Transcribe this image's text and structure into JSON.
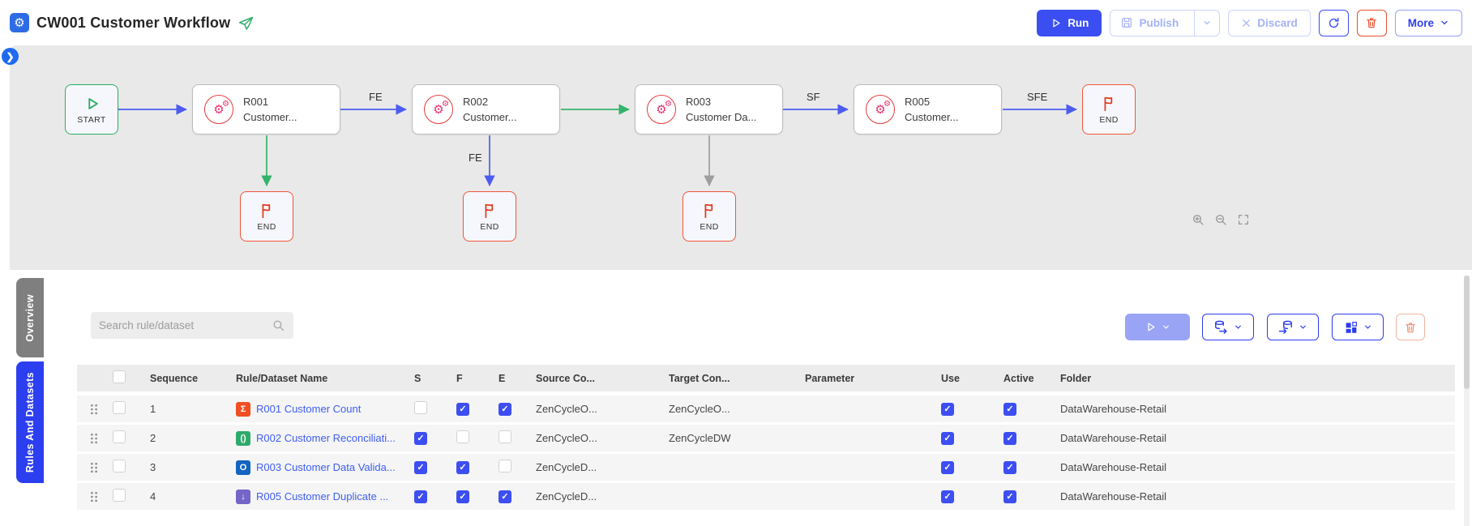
{
  "header": {
    "title": "CW001 Customer Workflow",
    "run_label": "Run",
    "publish_label": "Publish",
    "discard_label": "Discard",
    "more_label": "More"
  },
  "canvas": {
    "start_label": "START",
    "end_label": "END",
    "nodes": {
      "r001": {
        "code": "R001",
        "name": "Customer..."
      },
      "r002": {
        "code": "R002",
        "name": "Customer..."
      },
      "r003": {
        "code": "R003",
        "name": "Customer Da..."
      },
      "r005": {
        "code": "R005",
        "name": "Customer..."
      }
    },
    "edge_labels": {
      "r001_r002": "FE",
      "r003_r005": "SF",
      "r005_end": "SFE",
      "r002_end": "FE"
    }
  },
  "side_tabs": {
    "overview": "Overview",
    "rules_and_datasets": "Rules And Datasets"
  },
  "toolbar": {
    "search_placeholder": "Search rule/dataset"
  },
  "table": {
    "columns": {
      "sequence": "Sequence",
      "name": "Rule/Dataset Name",
      "s": "S",
      "f": "F",
      "e": "E",
      "source": "Source Co...",
      "target": "Target Con...",
      "parameter": "Parameter",
      "use": "Use",
      "active": "Active",
      "folder": "Folder"
    },
    "rows": [
      {
        "sequence": "1",
        "icon": "sigma-icon",
        "icon_glyph": "Σ",
        "icon_color": "#f04e23",
        "name": "R001 Customer Count",
        "s": false,
        "f": true,
        "e": true,
        "source": "ZenCycleO...",
        "target": "ZenCycleO...",
        "parameter": "",
        "use": true,
        "active": true,
        "folder": "DataWarehouse-Retail"
      },
      {
        "sequence": "2",
        "icon": "reconcile-icon",
        "icon_glyph": "()",
        "icon_color": "#2eaa6b",
        "name": "R002 Customer Reconciliati...",
        "s": true,
        "f": false,
        "e": false,
        "source": "ZenCycleO...",
        "target": "ZenCycleDW",
        "parameter": "",
        "use": true,
        "active": true,
        "folder": "DataWarehouse-Retail"
      },
      {
        "sequence": "3",
        "icon": "validate-icon",
        "icon_glyph": "O",
        "icon_color": "#1464c0",
        "name": "R003 Customer Data Valida...",
        "s": true,
        "f": true,
        "e": false,
        "source": "ZenCycleD...",
        "target": "",
        "parameter": "",
        "use": true,
        "active": true,
        "folder": "DataWarehouse-Retail"
      },
      {
        "sequence": "4",
        "icon": "duplicate-icon",
        "icon_glyph": "↓",
        "icon_color": "#7465c8",
        "name": "R005 Customer Duplicate ...",
        "s": true,
        "f": true,
        "e": true,
        "source": "ZenCycleD...",
        "target": "",
        "parameter": "",
        "use": true,
        "active": true,
        "folder": "DataWarehouse-Retail"
      }
    ]
  },
  "colors": {
    "primary_blue": "#3b4ef2",
    "checkbox_blue": "#3d4ef2",
    "link_blue": "#3e5ef5",
    "danger_red": "#e8502f",
    "end_node_border": "#f2553a",
    "start_green": "#27ae60",
    "edge_green": "#34b36a",
    "edge_gray": "#9e9e9e",
    "canvas_bg": "#e9e9e9",
    "tab_gray": "#7f7f7f",
    "tab_blue": "#2c3ff0"
  }
}
